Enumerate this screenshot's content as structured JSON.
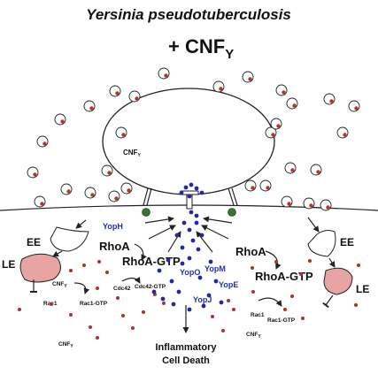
{
  "title": "Yersinia pseudotuberculosis",
  "treatment": {
    "prefix": "+ CNF",
    "subscript": "Y"
  },
  "toxin_label": {
    "prefix": "CNF",
    "subscript": "Y"
  },
  "compartments": {
    "early_endosome": "EE",
    "late_endosome": "LE"
  },
  "signaling": {
    "rhoa": "RhoA",
    "rhoa_gtp": "RhoA-GTP",
    "rac1": "Rac1",
    "rac1_gtp": "Rac1-GTP",
    "cdc42": "Cdc42",
    "cdc42_gtp": "Cdc42-GTP"
  },
  "effectors": {
    "yoph": "YopH",
    "yopo": "YopO",
    "yopm": "YopM",
    "yope": "YopE",
    "yopj": "YopJ"
  },
  "outcome": {
    "line1": "Inflammatory",
    "line2": "Cell Death"
  },
  "colors": {
    "bacterium_dot": "#b8322b",
    "toxin_dot": "#a8352e",
    "yop_dot": "#242a9a",
    "late_endosome_fill": "#e8a3a3",
    "adhesion_green": "#2f7a2f",
    "yop_text": "#2530a8"
  }
}
